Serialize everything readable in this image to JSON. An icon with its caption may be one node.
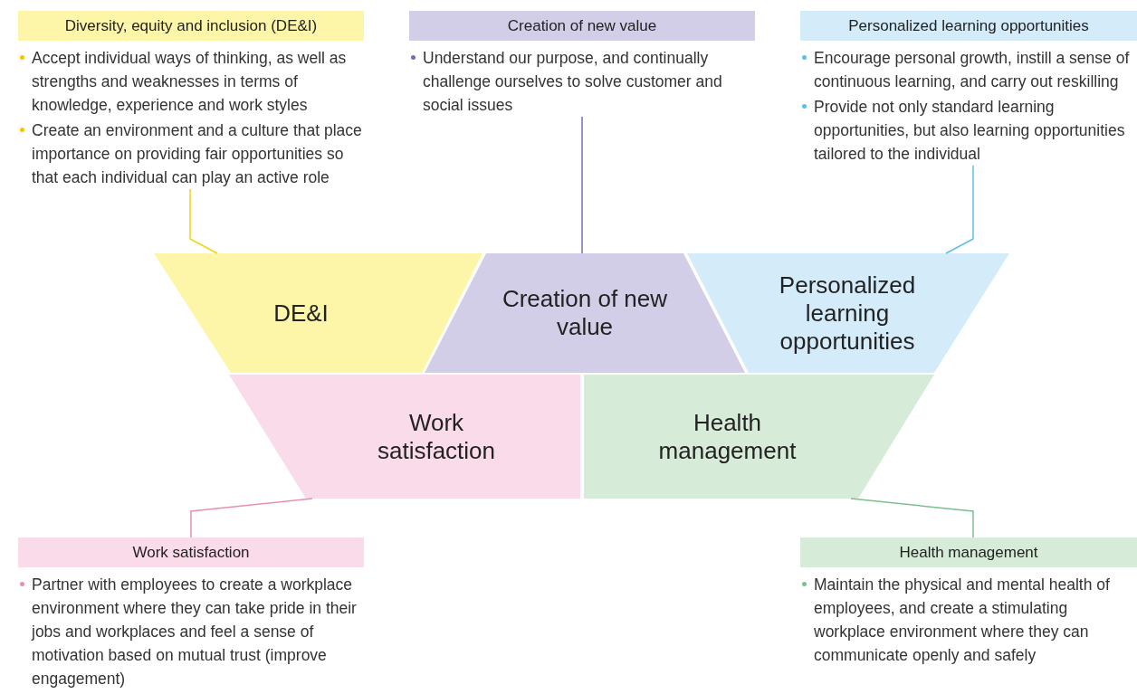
{
  "diagram": {
    "nodes": [
      {
        "text": [
          "Diversity, equity and inclusion (DE&I)",
          "Accept individual ways of thinking, as well as strengths and weaknesses in terms of knowledge, experience and work styles",
          "Create an environment and a culture that place importance on providing fair opportunities so that each individual can play an active role"
        ]
      },
      {
        "text": [
          "Creation of new value",
          "Understand our purpose, and continually challenge ourselves to solve customer and social issues"
        ]
      },
      {
        "text": [
          "Personalized learning opportunities",
          "Encourage personal growth, instill a sense of continuous learning, and carry out reskilling",
          "Provide not only standard learning opportunities, but also learning opportunities tailored to the individual"
        ]
      },
      {
        "text": [
          "DE&I"
        ]
      },
      {
        "text": [
          "Creation of new value"
        ]
      },
      {
        "text": [
          "Personalized learning opportunities"
        ]
      },
      {
        "text": [
          "Work satisfaction"
        ]
      },
      {
        "text": [
          "Health management"
        ]
      },
      {
        "text": [
          "Work satisfaction",
          "Partner with employees to create a workplace environment where they can take pride in their jobs and workplaces and feel a sense of motivation based on mutual trust (improve engagement)"
        ]
      },
      {
        "text": [
          "Health management",
          "Maintain the physical and mental health of employees, and create a stimulating workplace environment where they can communicate openly and safely"
        ]
      }
    ],
    "edges": [
      {
        "from": 0,
        "to": 3,
        "arrow": "none",
        "color": "#f5d40a"
      },
      {
        "from": 1,
        "to": 4,
        "arrow": "none",
        "color": "#7b6bb0"
      },
      {
        "from": 2,
        "to": 5,
        "arrow": "none",
        "color": "#5bbfe8"
      },
      {
        "from": 8,
        "to": 6,
        "arrow": "none",
        "color": "#e88fb0"
      },
      {
        "from": 9,
        "to": 7,
        "arrow": "none",
        "color": "#7cc08e"
      }
    ]
  }
}
